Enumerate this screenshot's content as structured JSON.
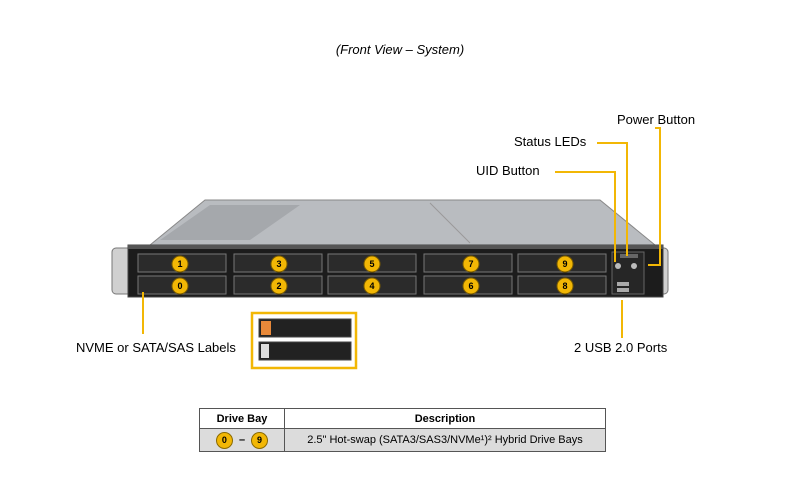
{
  "caption": "(Front View – System)",
  "callouts": {
    "power_button": "Power Button",
    "status_leds": "Status LEDs",
    "uid_button": "UID Button",
    "drive_labels": "NVME or SATA/SAS Labels",
    "usb_ports": "2 USB 2.0 Ports"
  },
  "drive_bays": {
    "top_row": [
      "1",
      "3",
      "5",
      "7",
      "9"
    ],
    "bottom_row": [
      "0",
      "2",
      "4",
      "6",
      "8"
    ]
  },
  "table": {
    "headers": {
      "bay": "Drive Bay",
      "description": "Description"
    },
    "row": {
      "bay_start": "0",
      "separator": "–",
      "bay_end": "9",
      "description": "2.5\" Hot-swap (SATA3/SAS3/NVMe¹)² Hybrid Drive Bays"
    }
  },
  "colors": {
    "callout": "#f2b705",
    "chassis": "#1c1c1c",
    "cover": "#b9bcc0"
  }
}
